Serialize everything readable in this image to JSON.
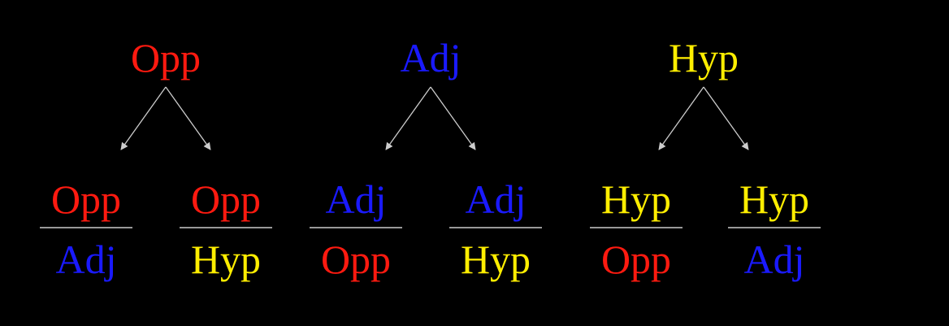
{
  "colors": {
    "red": "#ff1a10",
    "blue": "#1a1aff",
    "yellow": "#ffee00",
    "line": "#cccccc",
    "background": "#000000"
  },
  "trees": [
    {
      "root": {
        "text": "Opp",
        "color": "red"
      },
      "children": [
        {
          "top": {
            "text": "Opp",
            "color": "red"
          },
          "bottom": {
            "text": "Adj",
            "color": "blue"
          }
        },
        {
          "top": {
            "text": "Opp",
            "color": "red"
          },
          "bottom": {
            "text": "Hyp",
            "color": "yellow"
          }
        }
      ]
    },
    {
      "root": {
        "text": "Adj",
        "color": "blue"
      },
      "children": [
        {
          "top": {
            "text": "Adj",
            "color": "blue"
          },
          "bottom": {
            "text": "Opp",
            "color": "red"
          }
        },
        {
          "top": {
            "text": "Adj",
            "color": "blue"
          },
          "bottom": {
            "text": "Hyp",
            "color": "yellow"
          }
        }
      ]
    },
    {
      "root": {
        "text": "Hyp",
        "color": "yellow"
      },
      "children": [
        {
          "top": {
            "text": "Hyp",
            "color": "yellow"
          },
          "bottom": {
            "text": "Opp",
            "color": "red"
          }
        },
        {
          "top": {
            "text": "Hyp",
            "color": "yellow"
          },
          "bottom": {
            "text": "Adj",
            "color": "blue"
          }
        }
      ]
    }
  ]
}
